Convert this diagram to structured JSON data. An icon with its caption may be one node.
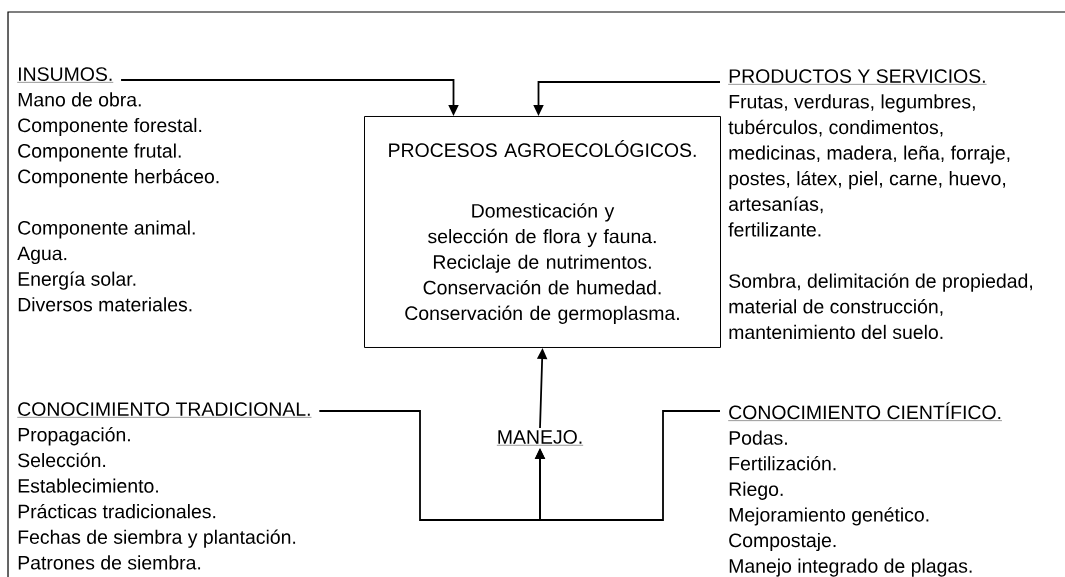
{
  "diagram": {
    "nodes": [
      {
        "text": [
          "INSUMOS.",
          "Mano de obra.",
          "Componente forestal.",
          "Componente frutal.",
          "Componente herbáceo.",
          "Componente animal.",
          "Agua.",
          "Energía solar.",
          "Diversos materiales."
        ]
      },
      {
        "text": [
          "PROCESOS AGROECOLÓGICOS.",
          "Domesticación y selección de flora y fauna.",
          "Reciclaje de nutrimentos.",
          "Conservación de humedad.",
          "Conservación de germoplasma."
        ]
      },
      {
        "text": [
          "PRODUCTOS Y SERVICIOS.",
          "Frutas, verduras, legumbres,",
          "tubérculos, condimentos,",
          "medicinas, madera, leña, forraje,",
          "postes, látex, piel, carne, huevo,",
          "artesanías,",
          "fertilizante.",
          "Sombra, delimitación de propiedad,",
          "material de construcción,",
          "mantenimiento del suelo."
        ]
      },
      {
        "text": [
          "CONOCIMIENTO TRADICIONAL.",
          "Propagación.",
          "Selección.",
          "Establecimiento.",
          "Prácticas tradicionales.",
          "Fechas de siembra y plantación.",
          "Patrones de siembra."
        ]
      },
      {
        "text": [
          "MANEJO."
        ]
      },
      {
        "text": [
          "CONOCIMIENTO CIENTÍFICO.",
          "Podas.",
          "Fertilización.",
          "Riego.",
          "Mejoramiento genético.",
          "Compostaje.",
          "Manejo integrado de plagas."
        ]
      }
    ],
    "edges": [
      {
        "from": 0,
        "to": 1,
        "arrow": "to"
      },
      {
        "from": 2,
        "to": 1,
        "arrow": "to"
      },
      {
        "from": 4,
        "to": 1,
        "arrow": "to"
      },
      {
        "from": 3,
        "to": 4,
        "arrow": "to"
      },
      {
        "from": 5,
        "to": 4,
        "arrow": "to"
      }
    ]
  }
}
